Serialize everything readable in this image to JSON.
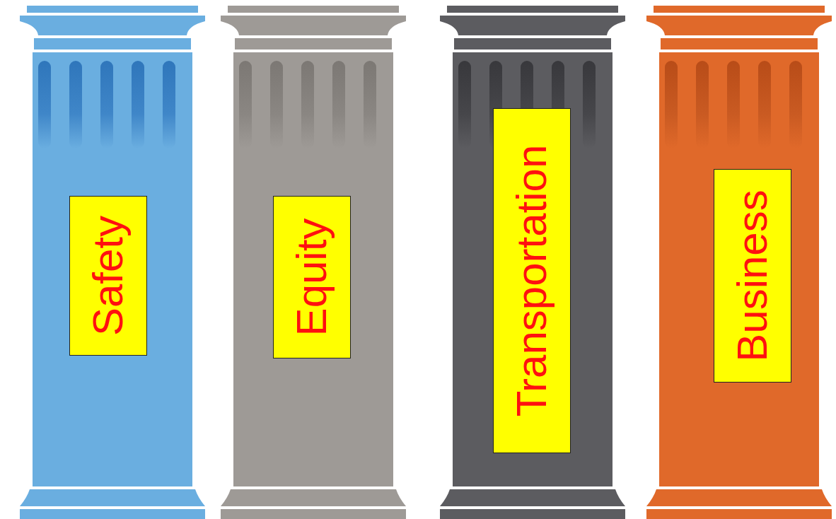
{
  "diagram": {
    "nodes": [
      {
        "text": [
          "Safety"
        ]
      },
      {
        "text": [
          "Equity"
        ]
      },
      {
        "text": [
          "Transportation"
        ]
      },
      {
        "text": [
          "Business"
        ]
      }
    ]
  }
}
